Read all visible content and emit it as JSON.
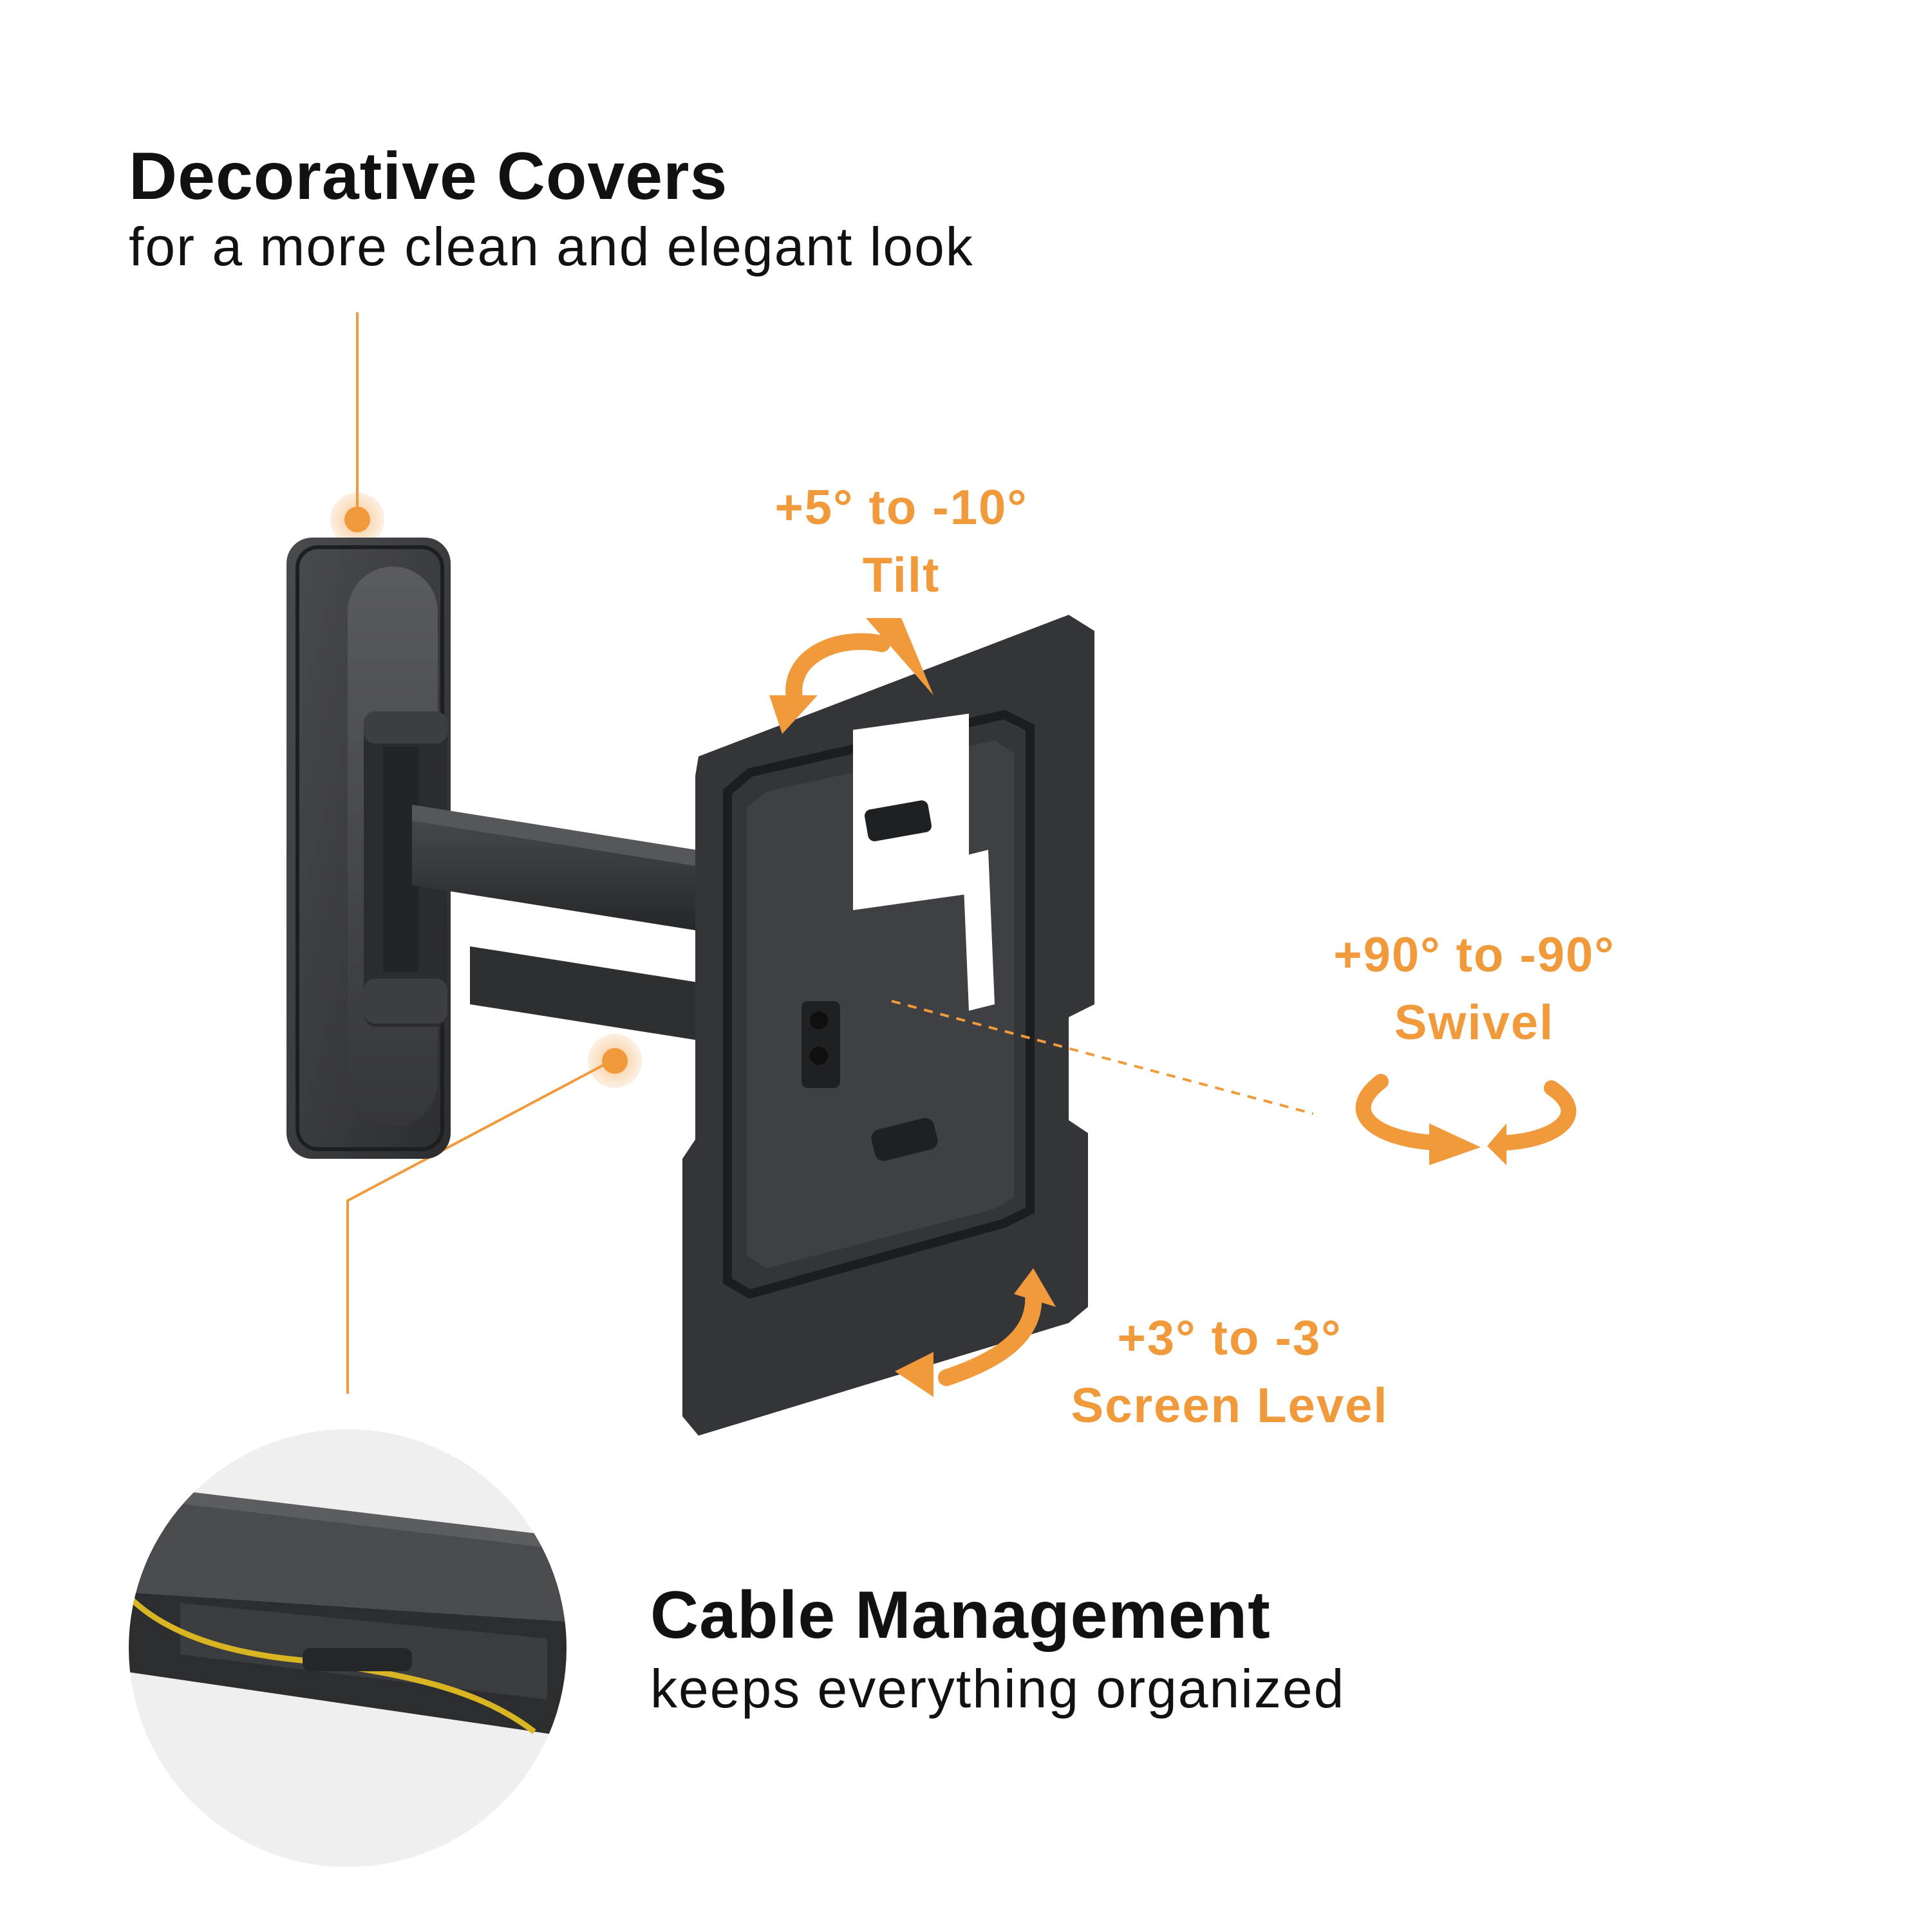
{
  "features": {
    "decorative_covers": {
      "title": "Decorative Covers",
      "subtitle": "for a more clean and elegant look"
    },
    "cable_management": {
      "title": "Cable Management",
      "subtitle": "keeps everything organized"
    }
  },
  "adjustments": {
    "tilt": {
      "range": "+5° to -10°",
      "label": "Tilt"
    },
    "swivel": {
      "range": "+90° to -90°",
      "label": "Swivel"
    },
    "screen_level": {
      "range": "+3° to -3°",
      "label": "Screen Level"
    }
  },
  "colors": {
    "accent": "#F09A3C",
    "text": "#111111",
    "bracket": "#3a3b3d",
    "background": "#ffffff"
  }
}
